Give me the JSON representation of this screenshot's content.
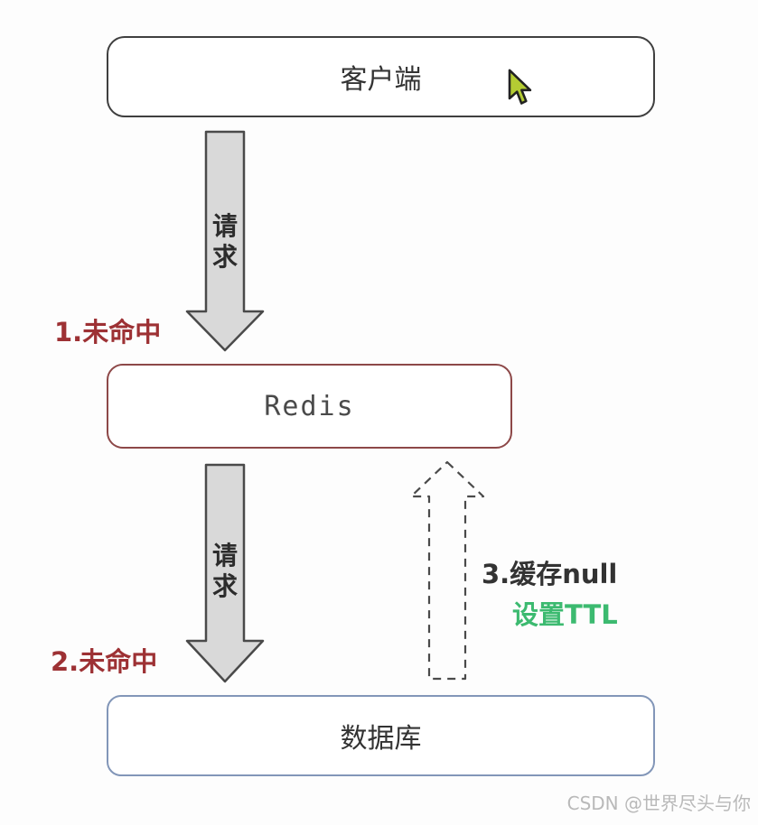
{
  "nodes": {
    "client": {
      "label": "客户端"
    },
    "redis": {
      "label": "Redis"
    },
    "database": {
      "label": "数据库"
    }
  },
  "flows": {
    "request_down_1": {
      "label": "请求"
    },
    "request_down_2": {
      "label": "请求"
    },
    "miss_1": {
      "label": "1.未命中"
    },
    "miss_2": {
      "label": "2.未命中"
    },
    "cache_null": {
      "line1": "3.缓存null",
      "line2": "设置TTL"
    }
  },
  "watermark": {
    "text": "CSDN @世界尽头与你"
  },
  "colors": {
    "bg": "#fdfdfd",
    "label_text": "#333333",
    "client_border": "#3f3f3f",
    "redis_border": "#8d4848",
    "database_border": "#8296b8",
    "arrow_fill": "#d9d9d9",
    "arrow_stroke": "#4a4a4a",
    "red_label": "#9d3134",
    "green_label": "#3cba70",
    "watermark_text": "#b9b9b9",
    "cursor_fill": "#b4cc33"
  }
}
